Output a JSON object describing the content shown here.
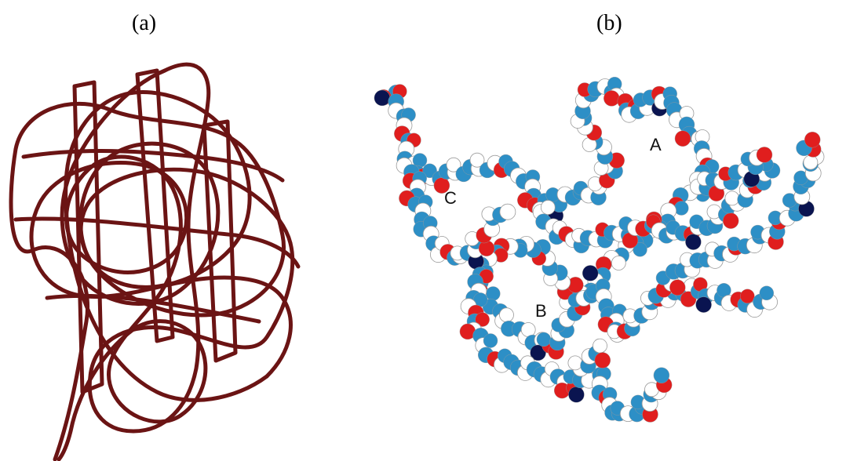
{
  "panels": {
    "a": {
      "label": "(a)"
    },
    "b": {
      "label": "(b)"
    }
  },
  "molecule": {
    "region_labels": [
      "A",
      "B",
      "C"
    ]
  },
  "colors": {
    "scribble": "#6b1414",
    "atom_blue": "#2d8fc6",
    "atom_red": "#e01e1e",
    "atom_navy": "#0a1450",
    "atom_white": "#ffffff",
    "atom_outline": "#9a9a9a"
  }
}
